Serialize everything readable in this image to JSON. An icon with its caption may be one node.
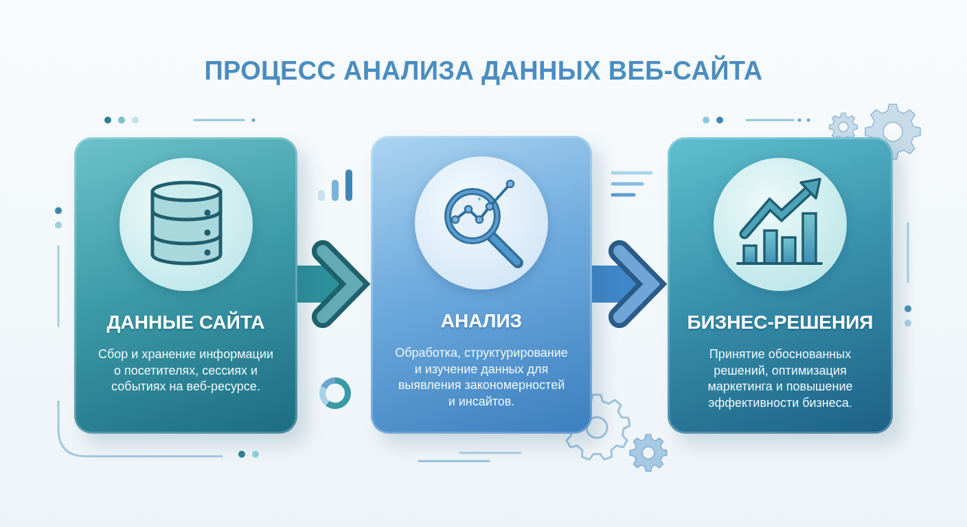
{
  "diagram": {
    "title": "ПРОЦЕСС АНАЛИЗА ДАННЫХ ВЕБ-САЙТА",
    "nodes": [
      {
        "text": [
          "ДАННЫЕ САЙТА",
          "Сбор и хранение информации о посетителях, сессиях и событиях на веб-ресурсе."
        ]
      },
      {
        "text": [
          "АНАЛИЗ",
          "Обработка, структурирование и изучение данных для выявления закономерностей и инсайтов."
        ]
      },
      {
        "text": [
          "БИЗНЕС-РЕШЕНИЯ",
          "Принятие обоснованных решений, оптимизация маркетинга и повышение эффективности бизнеса."
        ]
      }
    ],
    "edges": [
      {
        "from": 0,
        "to": 1,
        "arrow": "to",
        "color": "#2e8f9c"
      },
      {
        "from": 1,
        "to": 2,
        "arrow": "to",
        "color": "#3f87c9"
      }
    ]
  }
}
